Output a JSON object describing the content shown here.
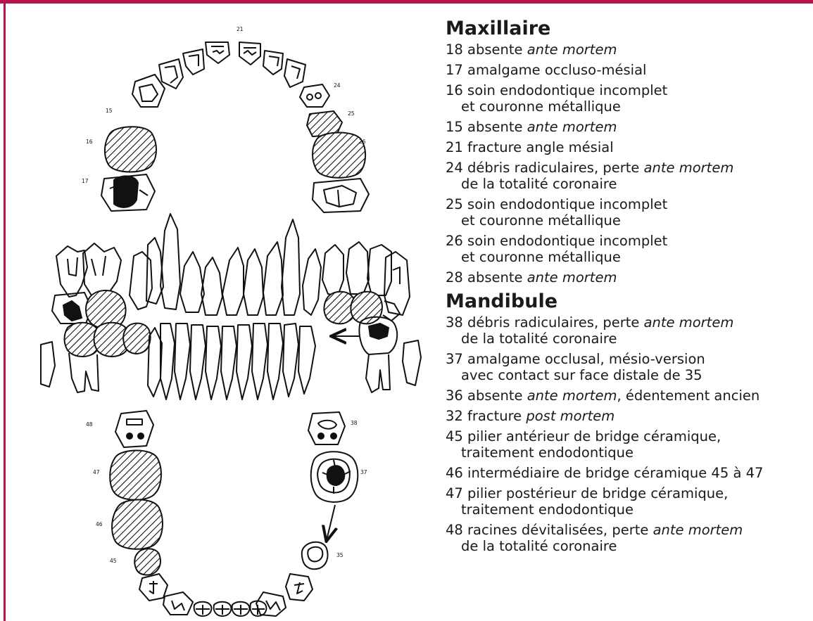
{
  "colors": {
    "frame": "#b5124f",
    "text": "#1a1a1a",
    "ink": "#111111"
  },
  "diagram": {
    "labels": {
      "t21": "21",
      "t15": "15",
      "t16": "16",
      "t17": "17",
      "t24": "24",
      "t25": "25",
      "t26": "26",
      "t48": "48",
      "t47": "47",
      "t46": "46",
      "t45": "45",
      "t38": "38",
      "t37": "37",
      "t35": "35"
    }
  },
  "legend": {
    "maxillaire": {
      "title": "Maxillaire",
      "items": [
        {
          "num": "18",
          "pre": "absente ",
          "em": "ante mortem",
          "post": "",
          "line2": ""
        },
        {
          "num": "17",
          "pre": "amalgame occluso-mésial",
          "em": "",
          "post": "",
          "line2": ""
        },
        {
          "num": "16",
          "pre": "soin endodontique incomplet",
          "em": "",
          "post": "",
          "line2": "et couronne métallique"
        },
        {
          "num": "15",
          "pre": "absente ",
          "em": "ante mortem",
          "post": "",
          "line2": ""
        },
        {
          "num": "21",
          "pre": "fracture angle mésial",
          "em": "",
          "post": "",
          "line2": ""
        },
        {
          "num": "24",
          "pre": "débris radiculaires, perte ",
          "em": "ante mortem",
          "post": "",
          "line2": "de la totalité coronaire"
        },
        {
          "num": "25",
          "pre": "soin endodontique incomplet",
          "em": "",
          "post": "",
          "line2": "et couronne métallique"
        },
        {
          "num": "26",
          "pre": "soin endodontique incomplet",
          "em": "",
          "post": "",
          "line2": "et couronne métallique"
        },
        {
          "num": "28",
          "pre": "absente ",
          "em": "ante mortem",
          "post": "",
          "line2": ""
        }
      ]
    },
    "mandibule": {
      "title": "Mandibule",
      "items": [
        {
          "num": "38",
          "pre": "débris radiculaires, perte ",
          "em": "ante mortem",
          "post": "",
          "line2": "de la totalité coronaire"
        },
        {
          "num": "37",
          "pre": "amalgame occlusal, mésio-version",
          "em": "",
          "post": "",
          "line2": "avec contact sur face distale de 35"
        },
        {
          "num": "36",
          "pre": "absente ",
          "em": "ante mortem",
          "post": ", édentement ancien",
          "line2": ""
        },
        {
          "num": "32",
          "pre": "fracture ",
          "em": "post mortem",
          "post": "",
          "line2": ""
        },
        {
          "num": "45",
          "pre": "pilier antérieur de bridge céramique,",
          "em": "",
          "post": "",
          "line2": "traitement endodontique"
        },
        {
          "num": "46",
          "pre": "intermédiaire de bridge céramique 45 à 47",
          "em": "",
          "post": "",
          "line2": ""
        },
        {
          "num": "47",
          "pre": "pilier postérieur de bridge céramique,",
          "em": "",
          "post": "",
          "line2": "traitement endodontique"
        },
        {
          "num": "48",
          "pre": "racines dévitalisées, perte ",
          "em": "ante mortem",
          "post": "",
          "line2": "de la totalité coronaire"
        }
      ]
    }
  }
}
